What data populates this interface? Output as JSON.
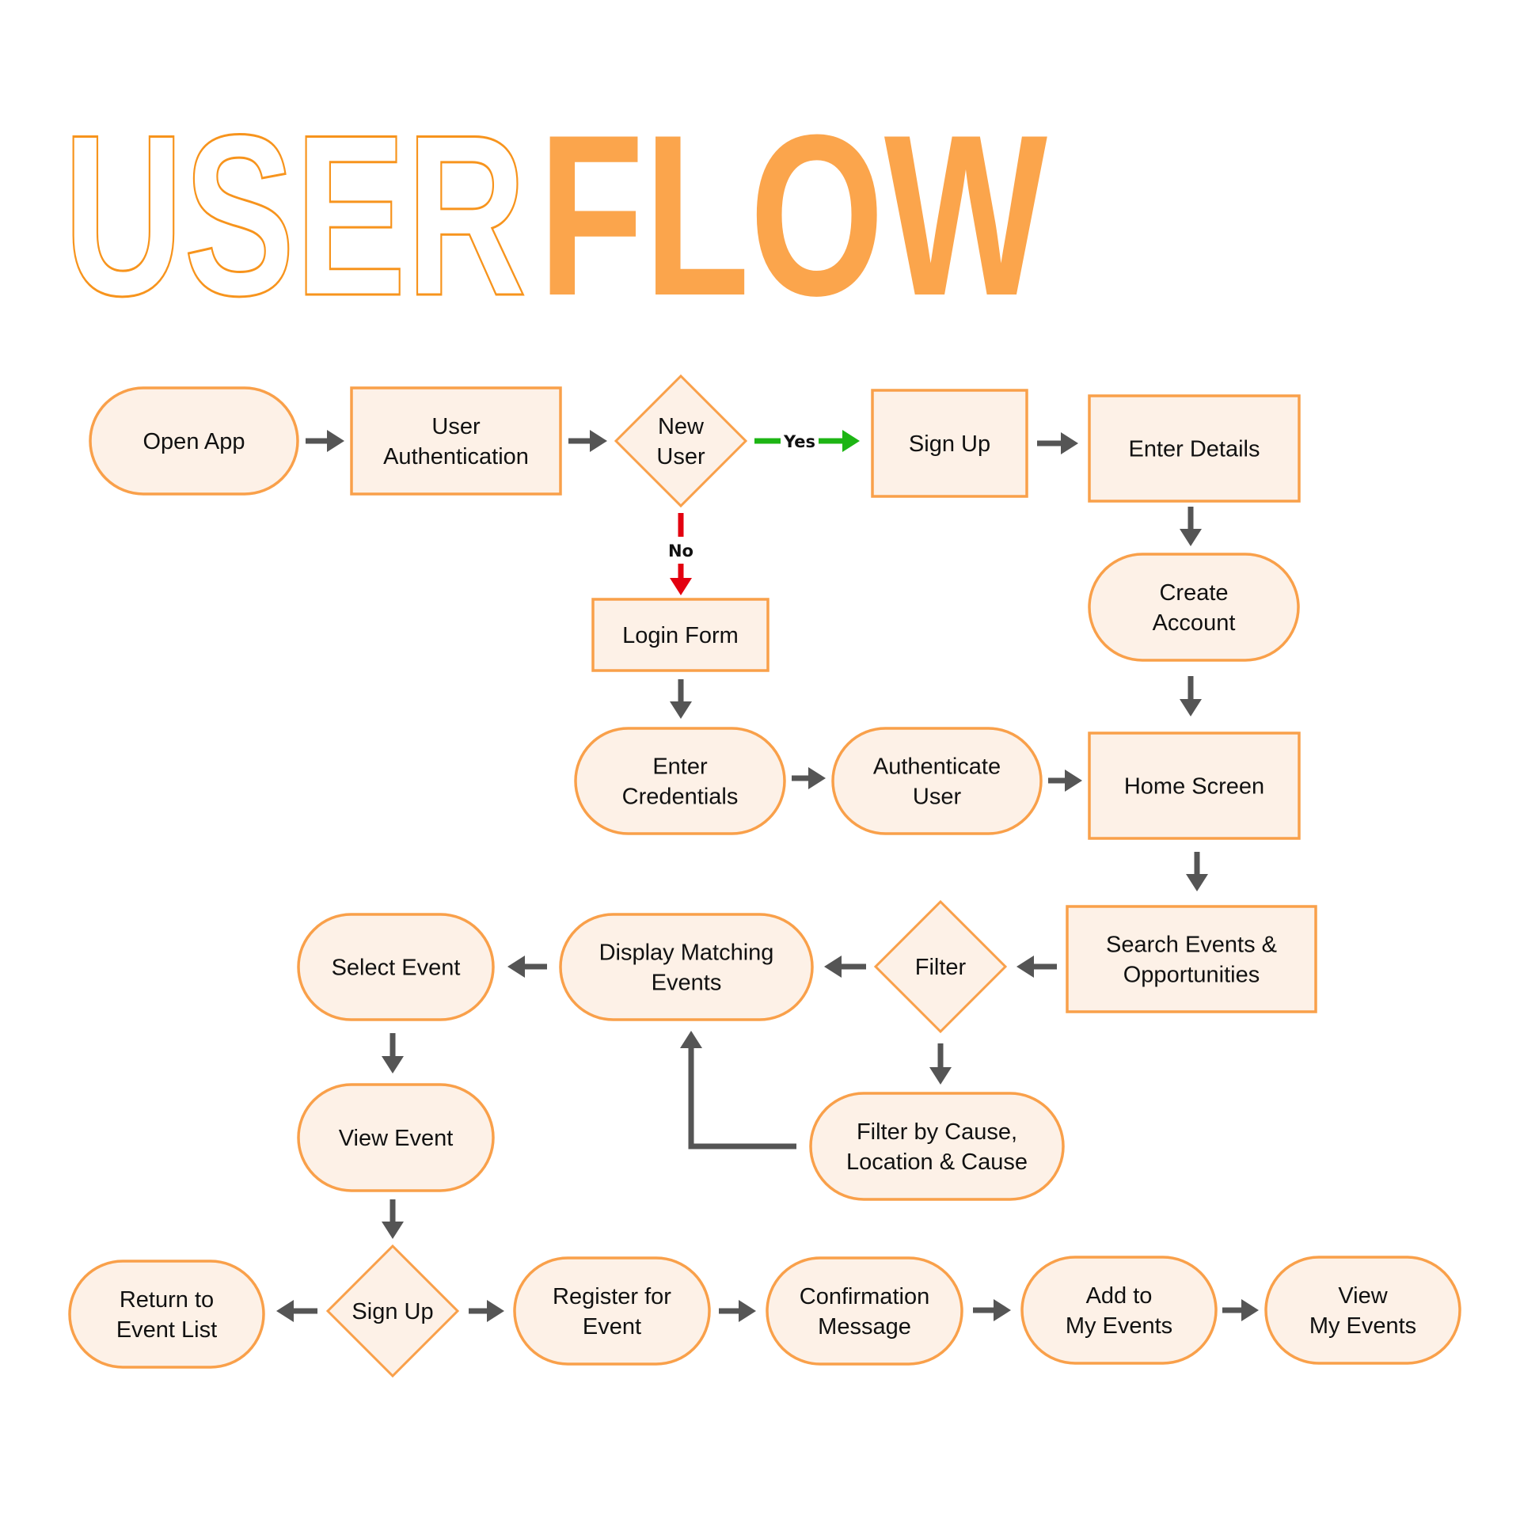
{
  "title": {
    "outline_word": "USER",
    "filled_word": "FLOW",
    "outline_color": "#f7941d",
    "fill_color": "#fba54c"
  },
  "colors": {
    "node_fill": "#fdf1e7",
    "node_stroke": "#f9a04a",
    "arrow": "#555555",
    "yes": "#1db514",
    "no": "#e3000f"
  },
  "nodes": {
    "open_app": {
      "shape": "terminal",
      "lines": [
        "Open App"
      ]
    },
    "user_authentication": {
      "shape": "process",
      "lines": [
        "User",
        "Authentication"
      ]
    },
    "new_user": {
      "shape": "decision",
      "lines": [
        "New",
        "User"
      ]
    },
    "sign_up": {
      "shape": "process",
      "lines": [
        "Sign Up"
      ]
    },
    "enter_details": {
      "shape": "process",
      "lines": [
        "Enter Details"
      ]
    },
    "create_account": {
      "shape": "terminal",
      "lines": [
        "Create",
        "Account"
      ]
    },
    "login_form": {
      "shape": "process",
      "lines": [
        "Login Form"
      ]
    },
    "enter_credentials": {
      "shape": "terminal",
      "lines": [
        "Enter",
        "Credentials"
      ]
    },
    "authenticate_user": {
      "shape": "terminal",
      "lines": [
        "Authenticate",
        "User"
      ]
    },
    "home_screen": {
      "shape": "process",
      "lines": [
        "Home Screen"
      ]
    },
    "search_events": {
      "shape": "process",
      "lines": [
        "Search Events &",
        "Opportunities"
      ]
    },
    "filter": {
      "shape": "decision",
      "lines": [
        "Filter"
      ]
    },
    "display_matching": {
      "shape": "terminal",
      "lines": [
        "Display Matching",
        "Events"
      ]
    },
    "select_event": {
      "shape": "terminal",
      "lines": [
        "Select Event"
      ]
    },
    "filter_by_cause": {
      "shape": "terminal",
      "lines": [
        "Filter by Cause,",
        "Location & Cause"
      ]
    },
    "view_event": {
      "shape": "terminal",
      "lines": [
        "View Event"
      ]
    },
    "sign_up_decision": {
      "shape": "decision",
      "lines": [
        "Sign Up"
      ]
    },
    "return_to_list": {
      "shape": "terminal",
      "lines": [
        "Return to",
        "Event List"
      ]
    },
    "register_event": {
      "shape": "terminal",
      "lines": [
        "Register for",
        "Event"
      ]
    },
    "confirmation": {
      "shape": "terminal",
      "lines": [
        "Confirmation",
        "Message"
      ]
    },
    "add_my_events": {
      "shape": "terminal",
      "lines": [
        "Add to",
        "My Events"
      ]
    },
    "view_my_events": {
      "shape": "terminal",
      "lines": [
        "View",
        "My Events"
      ]
    }
  },
  "edges": [
    {
      "from": "open_app",
      "to": "user_authentication"
    },
    {
      "from": "user_authentication",
      "to": "new_user"
    },
    {
      "from": "new_user",
      "to": "sign_up",
      "label": "Yes",
      "kind": "yes"
    },
    {
      "from": "new_user",
      "to": "login_form",
      "label": "No",
      "kind": "no"
    },
    {
      "from": "sign_up",
      "to": "enter_details"
    },
    {
      "from": "enter_details",
      "to": "create_account"
    },
    {
      "from": "create_account",
      "to": "home_screen"
    },
    {
      "from": "login_form",
      "to": "enter_credentials"
    },
    {
      "from": "enter_credentials",
      "to": "authenticate_user"
    },
    {
      "from": "authenticate_user",
      "to": "home_screen"
    },
    {
      "from": "home_screen",
      "to": "search_events"
    },
    {
      "from": "search_events",
      "to": "filter"
    },
    {
      "from": "filter",
      "to": "display_matching"
    },
    {
      "from": "filter",
      "to": "filter_by_cause"
    },
    {
      "from": "filter_by_cause",
      "to": "display_matching"
    },
    {
      "from": "display_matching",
      "to": "select_event"
    },
    {
      "from": "select_event",
      "to": "view_event"
    },
    {
      "from": "view_event",
      "to": "sign_up_decision"
    },
    {
      "from": "sign_up_decision",
      "to": "return_to_list"
    },
    {
      "from": "sign_up_decision",
      "to": "register_event"
    },
    {
      "from": "register_event",
      "to": "confirmation"
    },
    {
      "from": "confirmation",
      "to": "add_my_events"
    },
    {
      "from": "add_my_events",
      "to": "view_my_events"
    }
  ]
}
